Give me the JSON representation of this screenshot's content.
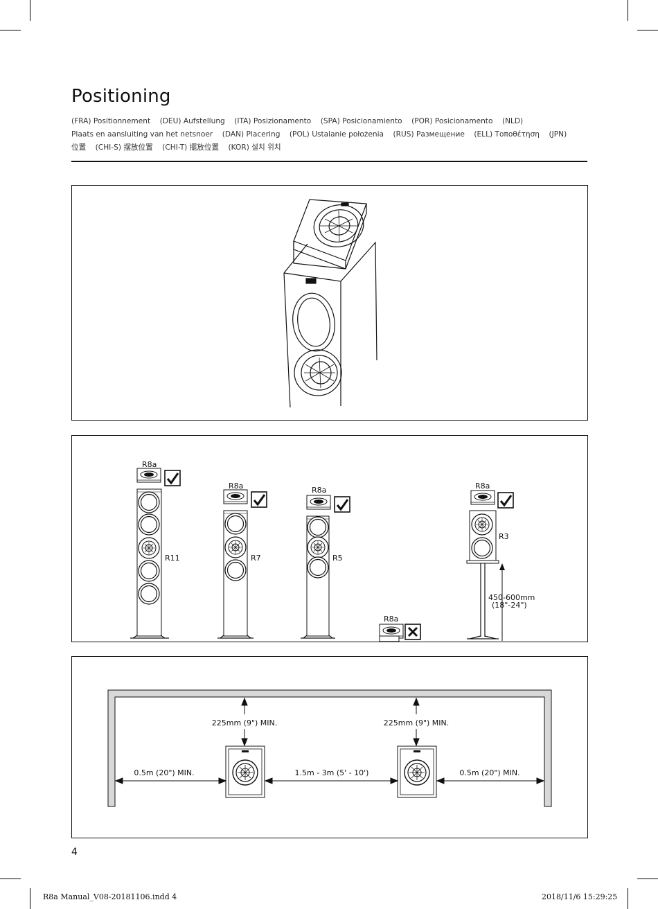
{
  "page": {
    "title": "Positioning",
    "page_number": "4",
    "footer_left": "R8a Manual_V08-20181106.indd   4",
    "footer_right": "2018/11/6   15:29:25"
  },
  "translations": [
    {
      "code": "(FRA)",
      "text": "Positionnement"
    },
    {
      "code": "(DEU)",
      "text": "Aufstellung"
    },
    {
      "code": "(ITA)",
      "text": "Posizionamento"
    },
    {
      "code": "(SPA)",
      "text": "Posicionamiento"
    },
    {
      "code": "(POR)",
      "text": "Posicionamento"
    },
    {
      "code": "(NLD)",
      "text": "Plaats en aansluiting van het netsnoer"
    },
    {
      "code": "(DAN)",
      "text": "Placering"
    },
    {
      "code": "(POL)",
      "text": "Ustalanie położenia"
    },
    {
      "code": "(RUS)",
      "text": "Размещение"
    },
    {
      "code": "(ELL)",
      "text": "Τοποθέτηση"
    },
    {
      "code": "(JPN)",
      "text": "位置"
    },
    {
      "code": "(CHI-S)",
      "text": "摆放位置"
    },
    {
      "code": "(CHI-T)",
      "text": "擺放位置"
    },
    {
      "code": "(KOR)",
      "text": "설치 위치"
    }
  ],
  "figure2": {
    "r8a_label": "R8a",
    "r11": "R11",
    "r7": "R7",
    "r5": "R5",
    "r3": "R3",
    "height_line1": "450-600mm",
    "height_line2": "(18\"-24\")"
  },
  "figure3": {
    "top_clearance_left": "225mm (9\") MIN.",
    "top_clearance_right": "225mm (9\") MIN.",
    "side_left": "0.5m (20\") MIN.",
    "between": "1.5m - 3m (5' - 10')",
    "side_right": "0.5m (20\") MIN."
  }
}
